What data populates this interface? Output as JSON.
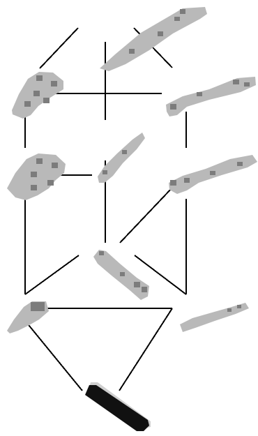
{
  "diagram": {
    "kind": "hasse-diagram-of-pixelated-shape-nodes",
    "nodes": [
      {
        "id": "top-left-blob",
        "icon": "gray-blob-small",
        "shade": "light"
      },
      {
        "id": "top-right-stick",
        "icon": "gray-stick",
        "shade": "light"
      },
      {
        "id": "row2-left-blob",
        "icon": "gray-blob",
        "shade": "light"
      },
      {
        "id": "row2-right-stick",
        "icon": "gray-stick",
        "shade": "light"
      },
      {
        "id": "row3-left-blob",
        "icon": "gray-blob",
        "shade": "light"
      },
      {
        "id": "row3-mid-stick",
        "icon": "gray-stick-small",
        "shade": "light"
      },
      {
        "id": "row3-right-stick",
        "icon": "gray-stick",
        "shade": "light"
      },
      {
        "id": "row4-center-stick",
        "icon": "gray-stick-short",
        "shade": "light"
      },
      {
        "id": "row5-left-blob",
        "icon": "gray-blob-small",
        "shade": "light"
      },
      {
        "id": "row5-right-stick",
        "icon": "gray-stick-thin",
        "shade": "light"
      },
      {
        "id": "bottom-bar",
        "icon": "black-bar",
        "shade": "dark"
      }
    ],
    "colors": {
      "edge": "#000000",
      "shape_light": "#b9b9b9",
      "shape_dark": "#7c7c7c",
      "bar": "#111111",
      "background": "#ffffff"
    }
  }
}
